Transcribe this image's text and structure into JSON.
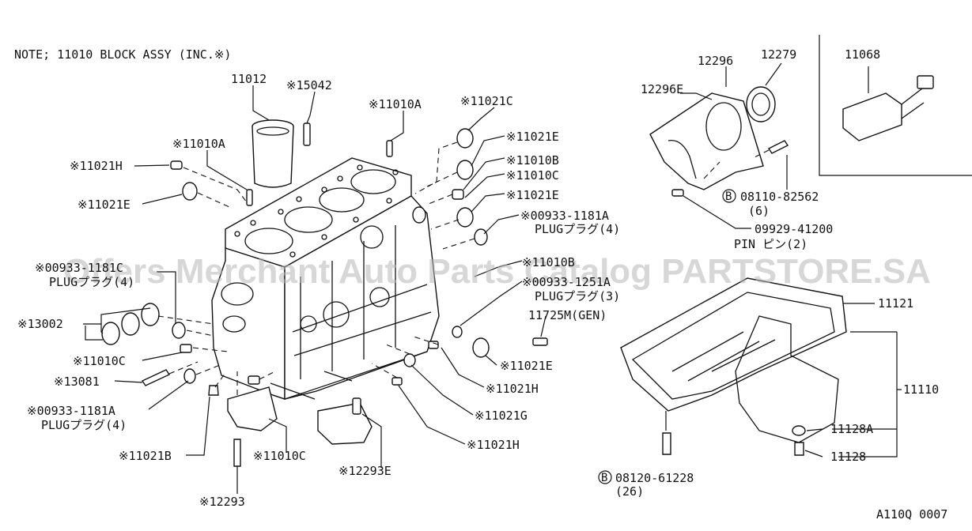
{
  "note": "NOTE; 11010 BLOCK ASSY (INC.※)",
  "watermark": "Offers Merchant Auto Parts Catalog PARTSTORE.SA",
  "figure_code": "A110Q 0007",
  "callouts": {
    "p11012": "11012",
    "p15042": "※15042",
    "p11010A_top": "※11010A",
    "p11021C": "※11021C",
    "p11010A_left": "※11010A",
    "p11021E_r1": "※11021E",
    "p11021H_left": "※11021H",
    "p11010B_r": "※11010B",
    "p11010C_r": "※11010C",
    "p11021E_left": "※11021E",
    "p11021E_r2": "※11021E",
    "p00933_1181A_r": "※00933-1181A",
    "plug4_r": "PLUGプラグ(4)",
    "p00933_1181C": "※00933-1181C",
    "plug4_l": "PLUGプラグ(4)",
    "p11010B_mid": "※11010B",
    "p00933_1251A": "※00933-1251A",
    "plug3": "PLUGプラグ(3)",
    "p13002": "※13002",
    "p11725M": "11725M(GEN)",
    "p11010C_left": "※11010C",
    "p11021E_bot": "※11021E",
    "p13081": "※13081",
    "p11021H_mid": "※11021H",
    "p00933_1181A_l": "※00933-1181A",
    "plug4_b": "PLUGプラグ(4)",
    "p11021G": "※11021G",
    "p11021B": "※11021B",
    "p11010C_bot": "※11010C",
    "p11021H_bot": "※11021H",
    "p12293E": "※12293E",
    "p12293": "※12293",
    "p12296": "12296",
    "p12279": "12279",
    "p12296E": "12296E",
    "p11068": "11068",
    "b08110_82562": "08110-82562",
    "qty6": "(6)",
    "p09929_41200": "09929-41200",
    "pin2": "PIN ピン(2)",
    "p11121": "11121",
    "p11110": "11110",
    "p11128A": "11128A",
    "p11128": "11128",
    "b08120_61228": "08120-61228",
    "qty26": "(26)",
    "bolt_prefix": "B"
  }
}
